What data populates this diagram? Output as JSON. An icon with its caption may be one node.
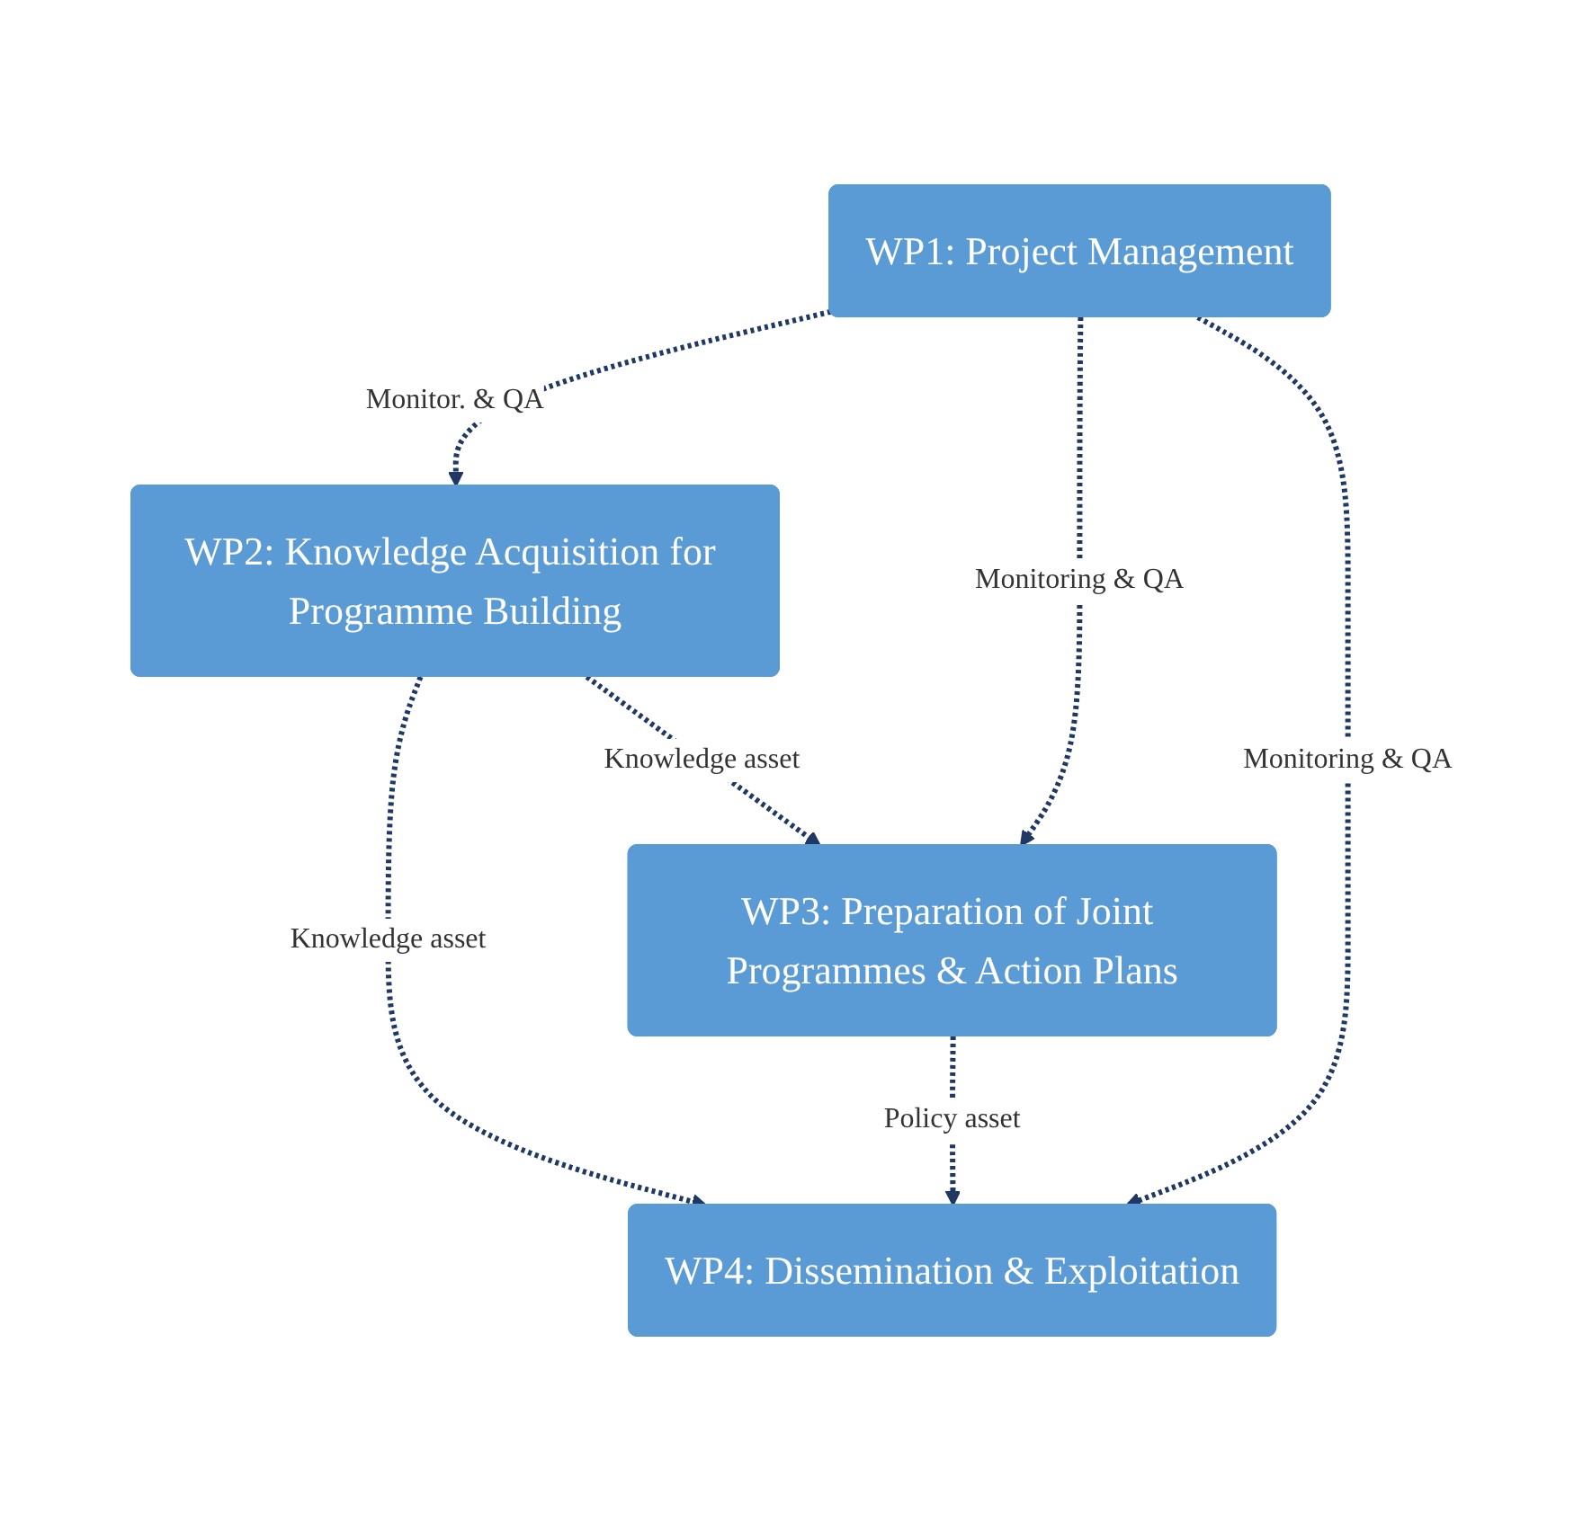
{
  "diagram": {
    "nodes": [
      {
        "text": [
          "WP1: Project Management"
        ]
      },
      {
        "text": [
          "WP2: Knowledge Acquisition for Programme Building"
        ]
      },
      {
        "text": [
          "WP3: Preparation of Joint Programmes & Action Plans"
        ]
      },
      {
        "text": [
          "WP4: Dissemination & Exploitation"
        ]
      }
    ],
    "edges": [
      {
        "from": 0,
        "to": 1,
        "arrow": "to",
        "label": "Monitor. & QA",
        "style": "dashed"
      },
      {
        "from": 0,
        "to": 2,
        "arrow": "to",
        "label": "Monitoring & QA",
        "style": "dashed"
      },
      {
        "from": 0,
        "to": 3,
        "arrow": "to",
        "label": "Monitoring & QA",
        "style": "dashed"
      },
      {
        "from": 1,
        "to": 3,
        "arrow": "to",
        "label": "Knowledge asset",
        "style": "dashed"
      },
      {
        "from": 1,
        "to": 2,
        "arrow": "to",
        "label": "Knowledge asset",
        "style": "dashed"
      },
      {
        "from": 2,
        "to": 3,
        "arrow": "to",
        "label": "Policy asset",
        "style": "dashed"
      }
    ]
  }
}
